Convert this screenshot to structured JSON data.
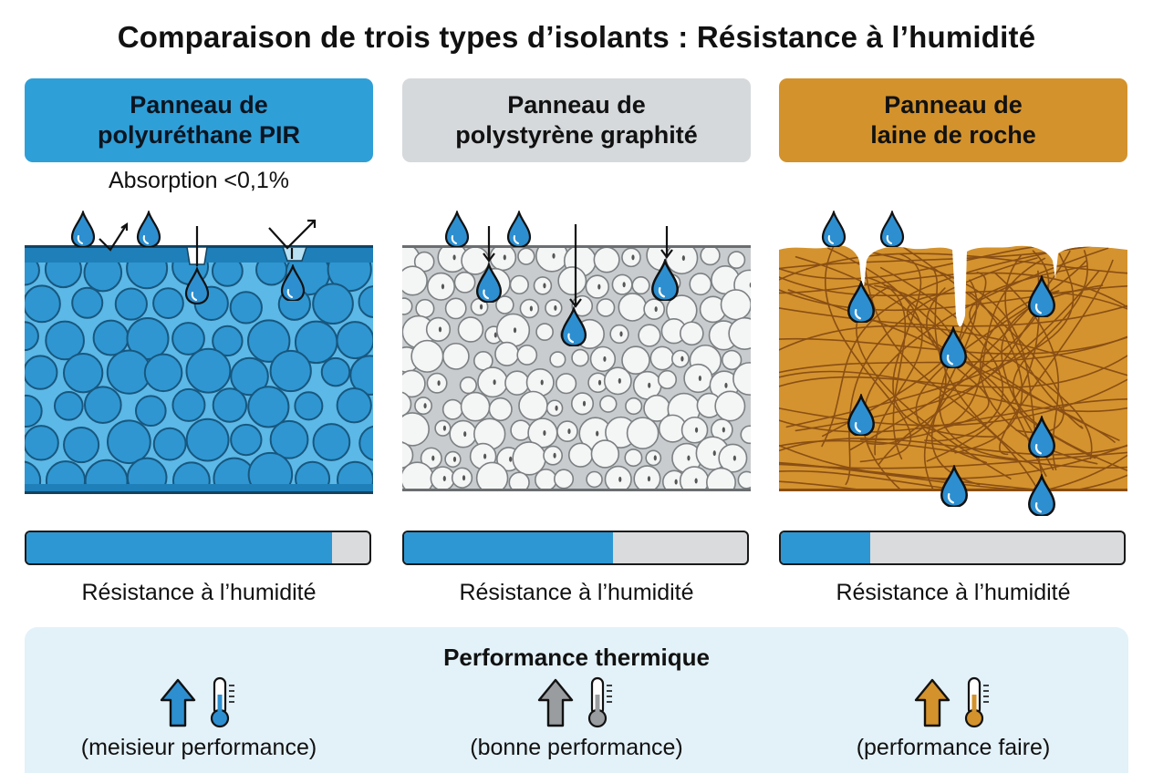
{
  "title": "Comparaison de trois types d’isolants : Résistance à l’humidité",
  "materials": [
    {
      "name": "Panneau de\npolyuréthane PIR",
      "note": "Absorption <0,1%",
      "moisture_resistance": 0.89,
      "resistance_label": "Résistance à l’humidité",
      "color": "#2f9fd8"
    },
    {
      "name": "Panneau de\npolystyrène graphité",
      "note": "",
      "moisture_resistance": 0.61,
      "resistance_label": "Résistance à l’humidité",
      "color": "#d5d9dc"
    },
    {
      "name": "Panneau de\nlaine de roche",
      "note": "",
      "moisture_resistance": 0.26,
      "resistance_label": "Résistance à l’humidité",
      "color": "#d3922c"
    }
  ],
  "thermal": {
    "title": "Performance thermique",
    "items": [
      {
        "label": "(meisieur performance)",
        "arrow_color": "#2d8fd0",
        "thermo_color": "#2d8fd0",
        "icon": "up-arrow-icon"
      },
      {
        "label": "(bonne performance)",
        "arrow_color": "#9a9da0",
        "thermo_color": "#9a9da0",
        "icon": "up-arrow-icon"
      },
      {
        "label": "(performance faire)",
        "arrow_color": "#d3922c",
        "thermo_color": "#d3922c",
        "icon": "up-arrow-icon"
      }
    ]
  },
  "colors": {
    "water": "#2d8fd0",
    "panel_background": "#e3f1f8",
    "bar_empty": "#d9dbdd"
  }
}
